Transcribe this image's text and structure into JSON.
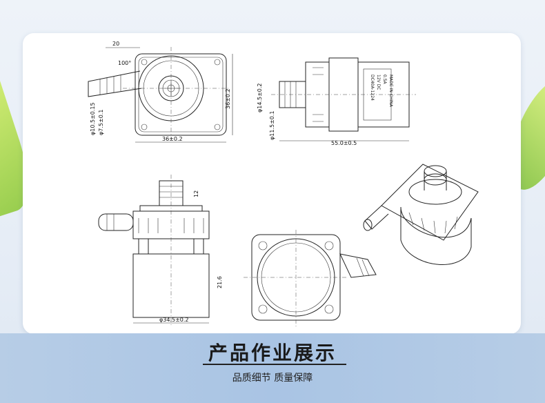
{
  "title": "产品作业展示",
  "subtitle": "品质细节 质量保障",
  "drawings": {
    "top_view": {
      "dim_outlet_offset": "20",
      "dim_angle": "100°",
      "dim_width": "36±0.2",
      "dim_height": "36±0.2",
      "dim_inner_dia": "φ7.5±0.1",
      "dim_outer_dia": "φ10.5±0.15"
    },
    "side_view": {
      "dim_inlet_dia": "φ14.5±0.2",
      "dim_inlet_inner": "φ11.5±0.1",
      "dim_length": "55.0±0.5",
      "label_lines": [
        "DC40A-1224",
        "12V DC",
        "0.5A",
        "MADE IN CHINA"
      ]
    },
    "front_view": {
      "dim_inlet_height": "12",
      "dim_body_height": "21.6",
      "dim_body_dia": "φ34.5±0.2"
    }
  },
  "colors": {
    "band": "#a9c4e4",
    "leaf_green": "#8cc83a"
  }
}
